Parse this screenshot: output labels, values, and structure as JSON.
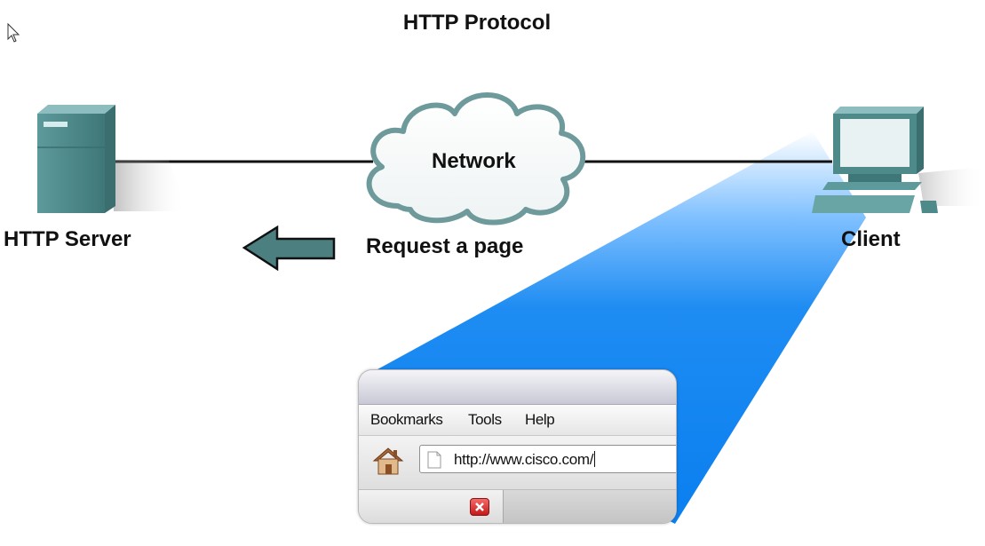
{
  "title": "HTTP Protocol",
  "nodes": {
    "server": "HTTP Server",
    "client": "Client",
    "network": "Network"
  },
  "arrow_label": "Request a page",
  "browser": {
    "menu": [
      "Bookmarks",
      "Tools",
      "Help"
    ],
    "address": "http://www.cisco.com/"
  },
  "colors": {
    "beam": "#1e8cf2",
    "server": "#4f8a8b",
    "arrow": "#4b7f80",
    "cloud_stroke": "#6e9a9b"
  }
}
